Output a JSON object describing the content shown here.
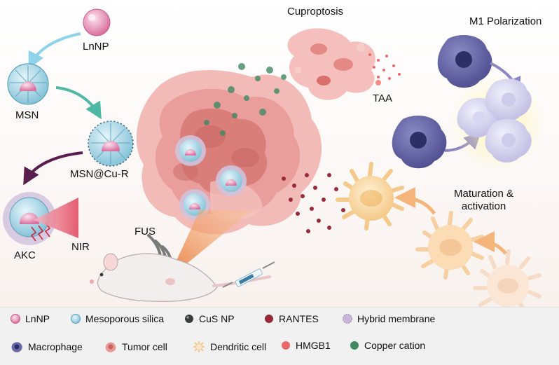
{
  "diagram": {
    "labels": {
      "lnnp": "LnNP",
      "msn": "MSN",
      "msn_cu_r": "MSN@Cu-R",
      "akc": "AKC",
      "nir": "NIR",
      "fus": "FUS",
      "cuproptosis": "Cuproptosis",
      "taa": "TAA",
      "m1_polarization": "M1 Polarization",
      "maturation_line1": "Maturation &",
      "maturation_line2": "activation"
    },
    "colors": {
      "lnnp": "#e88fb4",
      "silica": "#a9d8e6",
      "cus": "#3b3f3c",
      "rantes": "#9a2a3a",
      "membrane": "#c8b8d8",
      "macrophage": "#6a6aa8",
      "tumor": "#e89a96",
      "dendritic": "#f5c98a",
      "hmgb1": "#e86a6a",
      "copper": "#3f8a64",
      "fus_beam": "#f08a3c"
    }
  },
  "legend": {
    "items": [
      {
        "label": "LnNP",
        "icon": "lnnp-icon"
      },
      {
        "label": "Mesoporous silica",
        "icon": "silica-icon"
      },
      {
        "label": "CuS NP",
        "icon": "cus-icon"
      },
      {
        "label": "RANTES",
        "icon": "rantes-icon"
      },
      {
        "label": "Hybrid membrane",
        "icon": "membrane-icon"
      },
      {
        "label": "Macrophage",
        "icon": "macrophage-icon"
      },
      {
        "label": "Tumor cell",
        "icon": "tumor-icon"
      },
      {
        "label": "Dendritic cell",
        "icon": "dendritic-icon"
      },
      {
        "label": "HMGB1",
        "icon": "hmgb1-icon"
      },
      {
        "label": "Copper cation",
        "icon": "copper-icon"
      }
    ]
  }
}
